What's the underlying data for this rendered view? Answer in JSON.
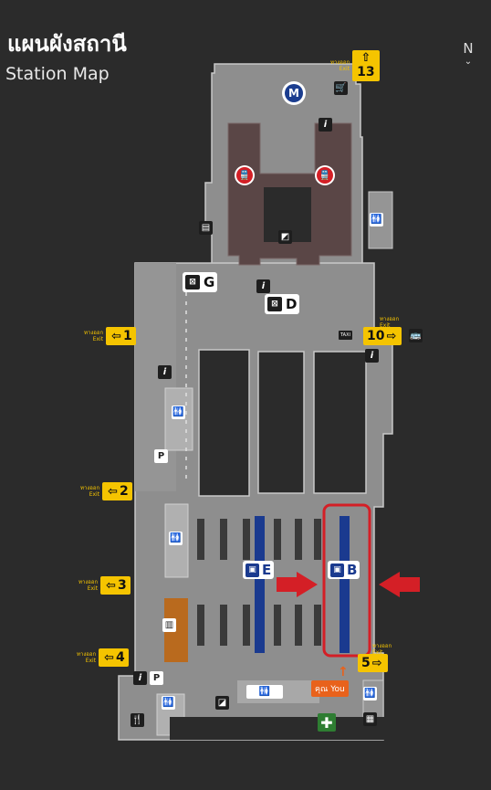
{
  "header": {
    "title_thai": "แผนผังสถานี",
    "title_english": "Station Map",
    "north_label": "N"
  },
  "exits": [
    {
      "number": "13",
      "label_thai": "ทางออก",
      "label_en": "Exit"
    },
    {
      "number": "1",
      "label_thai": "ทางออก",
      "label_en": "Exit"
    },
    {
      "number": "10",
      "label_thai": "ทางออก",
      "label_en": "Exit"
    },
    {
      "number": "2",
      "label_thai": "ทางออก",
      "label_en": "Exit"
    },
    {
      "number": "3",
      "label_thai": "ทางออก",
      "label_en": "Exit"
    },
    {
      "number": "4",
      "label_thai": "ทางออก",
      "label_en": "Exit"
    },
    {
      "number": "5",
      "label_thai": "ทางออก",
      "label_en": "Exit"
    }
  ],
  "zones": [
    {
      "letter": "G",
      "icon": "ticket-gate-icon"
    },
    {
      "letter": "D",
      "icon": "ticket-gate-icon"
    }
  ],
  "platforms": [
    {
      "letter": "E",
      "icon": "bus-platform-icon"
    },
    {
      "letter": "B",
      "icon": "bus-platform-icon"
    }
  ],
  "metro_label": "M",
  "you_are_here": "คุณ You",
  "taxi_label": "TAXI",
  "parking_label": "P",
  "info_label": "i",
  "colors": {
    "background": "#2b2b2b",
    "floor": "#8c8c8c",
    "concourse": "#5a4646",
    "exit_yellow": "#f5c400",
    "platform_blue": "#1a3a8f",
    "highlight_red": "#d41f26",
    "you_orange": "#e8621c"
  }
}
